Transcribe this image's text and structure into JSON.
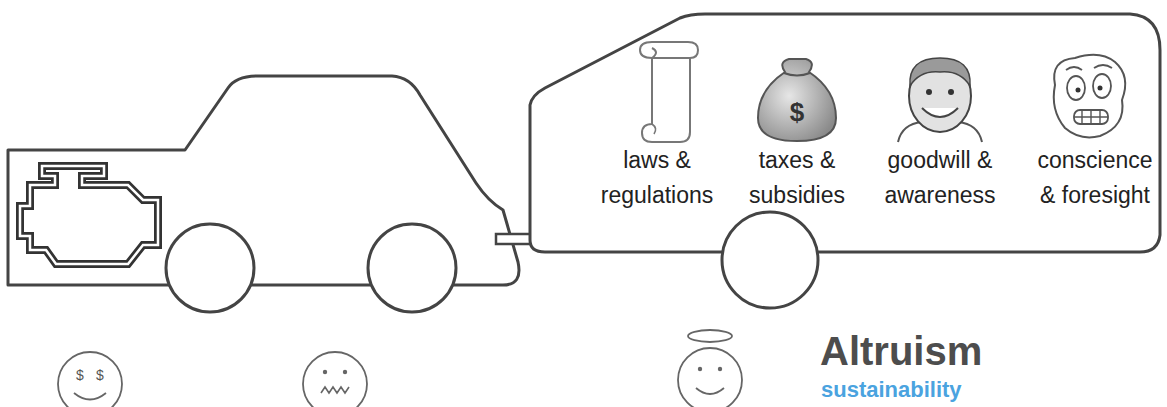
{
  "diagram": {
    "nodes": [
      {
        "text": [
          "laws & regulations",
          "taxes & subsidies",
          "goodwill & awareness",
          "conscience & foresight"
        ]
      }
    ],
    "labels": [
      "$",
      "$",
      "$",
      "Altruism",
      "sustainability"
    ]
  }
}
